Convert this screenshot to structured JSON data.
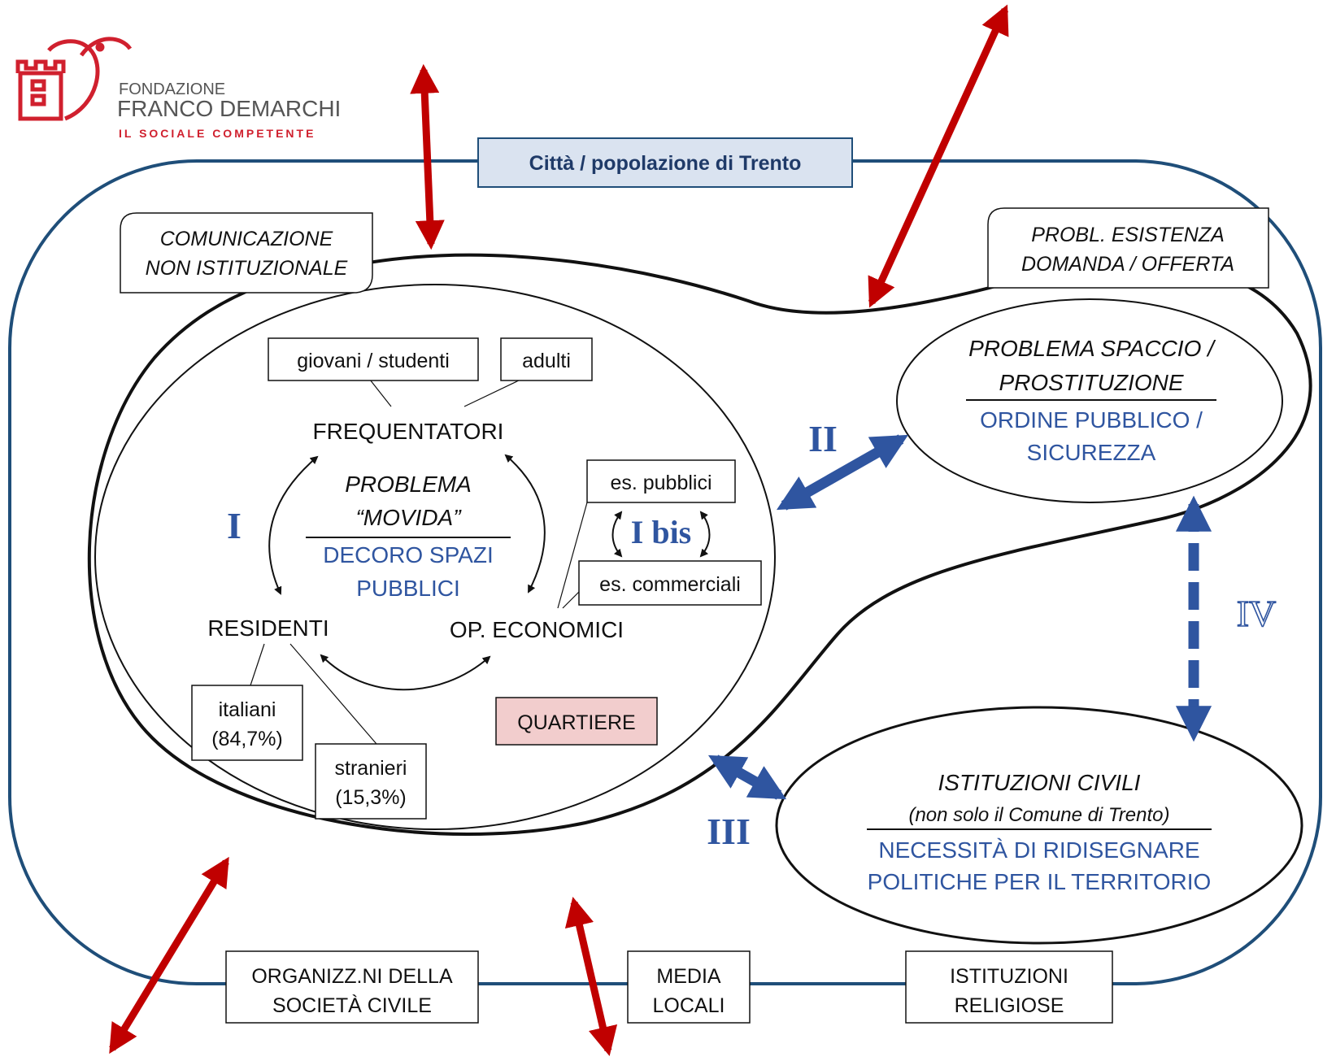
{
  "logo": {
    "line1": "FONDAZIONE",
    "line2": "FRANCO DEMARCHI",
    "line3": "IL SOCIALE COMPETENTE"
  },
  "city_label": "Città / popolazione di Trento",
  "communication": {
    "line1": "COMUNICAZIONE",
    "line2": "NON ISTITUZIONALE"
  },
  "demand_supply": {
    "line1": "PROBL. ESISTENZA",
    "line2": "DOMANDA / OFFERTA"
  },
  "groups": {
    "young": "giovani / studenti",
    "adults": "adulti",
    "frequentatori": "FREQUENTATORI",
    "residenti": "RESIDENTI",
    "op_economici": "OP. ECONOMICI",
    "es_pubblici": "es. pubblici",
    "es_commerciali": "es. commerciali",
    "italiani_1": "italiani",
    "italiani_2": "(84,7%)",
    "stranieri_1": "stranieri",
    "stranieri_2": "(15,3%)",
    "quartiere": "QUARTIERE"
  },
  "movida": {
    "title1": "PROBLEMA",
    "title2": "“MOVIDA”",
    "sub1": "DECORO SPAZI",
    "sub2": "PUBBLICI"
  },
  "spaccio": {
    "title1": "PROBLEMA SPACCIO /",
    "title2": "PROSTITUZIONE",
    "sub1": "ORDINE PUBBLICO /",
    "sub2": "SICUREZZA"
  },
  "istituzioni": {
    "title1": "ISTITUZIONI CIVILI",
    "title2": "(non solo il Comune di Trento)",
    "sub1": "NECESSITÀ DI RIDISEGNARE",
    "sub2": "POLITICHE PER IL TERRITORIO"
  },
  "roman": {
    "i": "I",
    "ibis": "I bis",
    "ii": "II",
    "iii": "III",
    "iv": "IV"
  },
  "bottom": {
    "org1": "ORGANIZZ.NI DELLA",
    "org2": "SOCIETÀ CIVILE",
    "media1": "MEDIA",
    "media2": "LOCALI",
    "rel1": "ISTITUZIONI",
    "rel2": "RELIGIOSE"
  },
  "colors": {
    "outline_blue": "#1f4e79",
    "accent_blue": "#2f55a0",
    "arrow_red": "#c00000",
    "city_box_fill": "#dae3f0",
    "quartiere_fill": "#f2cdcd",
    "logo_red": "#d0202e"
  }
}
